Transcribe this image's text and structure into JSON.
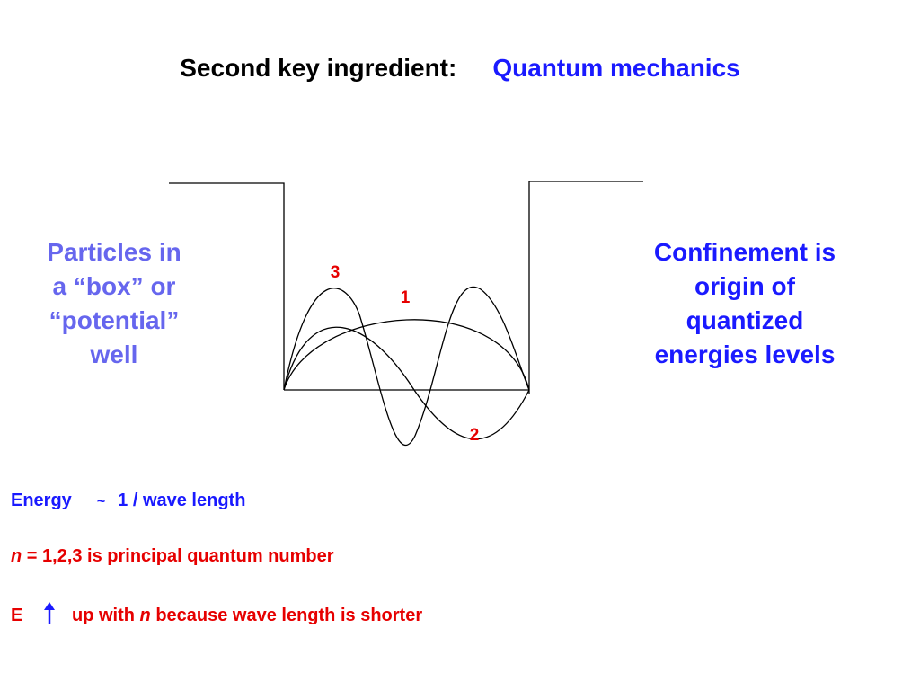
{
  "title": {
    "main": "Second key ingredient:",
    "accent": "Quantum mechanics"
  },
  "left_text": [
    "Particles in",
    "a “box” or",
    "“potential”",
    "well"
  ],
  "right_text": [
    "Confinement is",
    "origin of",
    "quantized",
    "energies levels"
  ],
  "diagram": {
    "labels": {
      "n3": "3",
      "n1": "1",
      "n2": "2"
    },
    "colors": {
      "label": "#e60000",
      "stroke": "#000000"
    }
  },
  "notes": {
    "energy": {
      "word": "Energy",
      "tilde": "~",
      "relation": "1 / wave length"
    },
    "principal": {
      "var": "n",
      "text": " = 1,2,3 is principal quantum number"
    },
    "increase": {
      "letter": "E",
      "arrow_icon": "up-arrow-icon",
      "text_before": "up with ",
      "var": "n",
      "text_after": " because wave length is shorter"
    }
  },
  "colors": {
    "title_accent": "#1a1aff",
    "left_text": "#6666ee",
    "right_text": "#1a1aff",
    "red": "#e60000"
  }
}
